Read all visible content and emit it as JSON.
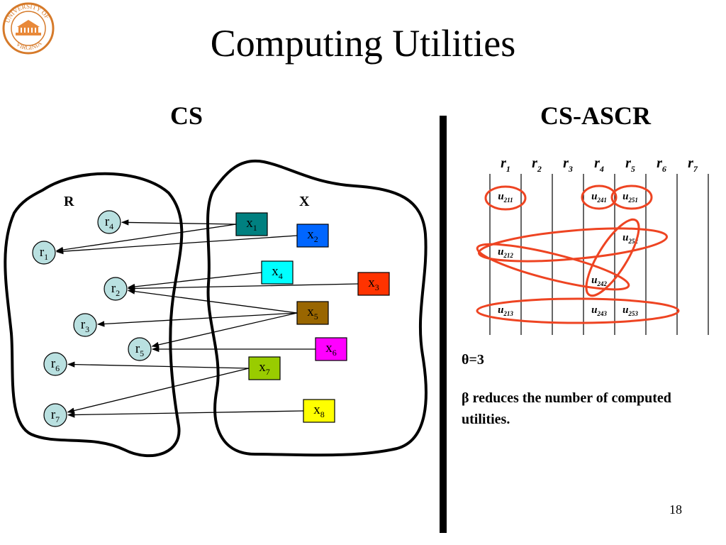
{
  "slide": {
    "title": "Computing Utilities",
    "page_number": "18",
    "logo_text": "UNIVERSITY OF VIRGINIA"
  },
  "left_panel": {
    "heading": "CS",
    "set_labels": {
      "R": "R",
      "X": "X"
    },
    "r_nodes": [
      {
        "id": "r4",
        "base": "r",
        "sub": "4"
      },
      {
        "id": "r1",
        "base": "r",
        "sub": "1"
      },
      {
        "id": "r2",
        "base": "r",
        "sub": "2"
      },
      {
        "id": "r3",
        "base": "r",
        "sub": "3"
      },
      {
        "id": "r5",
        "base": "r",
        "sub": "5"
      },
      {
        "id": "r6",
        "base": "r",
        "sub": "6"
      },
      {
        "id": "r7",
        "base": "r",
        "sub": "7"
      }
    ],
    "x_nodes": [
      {
        "id": "x1",
        "base": "x",
        "sub": "1",
        "color": "#008080"
      },
      {
        "id": "x2",
        "base": "x",
        "sub": "2",
        "color": "#0066ff"
      },
      {
        "id": "x4",
        "base": "x",
        "sub": "4",
        "color": "#00ffff"
      },
      {
        "id": "x3",
        "base": "x",
        "sub": "3",
        "color": "#ff3300"
      },
      {
        "id": "x5",
        "base": "x",
        "sub": "5",
        "color": "#996600"
      },
      {
        "id": "x6",
        "base": "x",
        "sub": "6",
        "color": "#ff00ff"
      },
      {
        "id": "x7",
        "base": "x",
        "sub": "7",
        "color": "#99cc00"
      },
      {
        "id": "x8",
        "base": "x",
        "sub": "8",
        "color": "#ffff00"
      }
    ],
    "edges": [
      {
        "from": "x1",
        "to": "r4"
      },
      {
        "from": "x1",
        "to": "r1"
      },
      {
        "from": "x2",
        "to": "r1"
      },
      {
        "from": "x4",
        "to": "r2"
      },
      {
        "from": "x3",
        "to": "r2"
      },
      {
        "from": "x5",
        "to": "r2"
      },
      {
        "from": "x5",
        "to": "r3"
      },
      {
        "from": "x5",
        "to": "r5"
      },
      {
        "from": "x6",
        "to": "r5"
      },
      {
        "from": "x7",
        "to": "r6"
      },
      {
        "from": "x7",
        "to": "r7"
      },
      {
        "from": "x8",
        "to": "r7"
      }
    ]
  },
  "right_panel": {
    "heading": "CS-ASCR",
    "columns": [
      {
        "base": "r",
        "sub": "1"
      },
      {
        "base": "r",
        "sub": "2"
      },
      {
        "base": "r",
        "sub": "3"
      },
      {
        "base": "r",
        "sub": "4"
      },
      {
        "base": "r",
        "sub": "5"
      },
      {
        "base": "r",
        "sub": "6"
      },
      {
        "base": "r",
        "sub": "7"
      }
    ],
    "utilities": [
      {
        "base": "u",
        "sub": "211"
      },
      {
        "base": "u",
        "sub": "241"
      },
      {
        "base": "u",
        "sub": "251"
      },
      {
        "base": "u",
        "sub": "252"
      },
      {
        "base": "u",
        "sub": "212"
      },
      {
        "base": "u",
        "sub": "242"
      },
      {
        "base": "u",
        "sub": "213"
      },
      {
        "base": "u",
        "sub": "243"
      },
      {
        "base": "u",
        "sub": "253"
      }
    ],
    "highlight_color": "#ee4422",
    "theta": "θ=3",
    "beta_symbol": "β",
    "beta_text": " reduces the number of computed utilities."
  }
}
